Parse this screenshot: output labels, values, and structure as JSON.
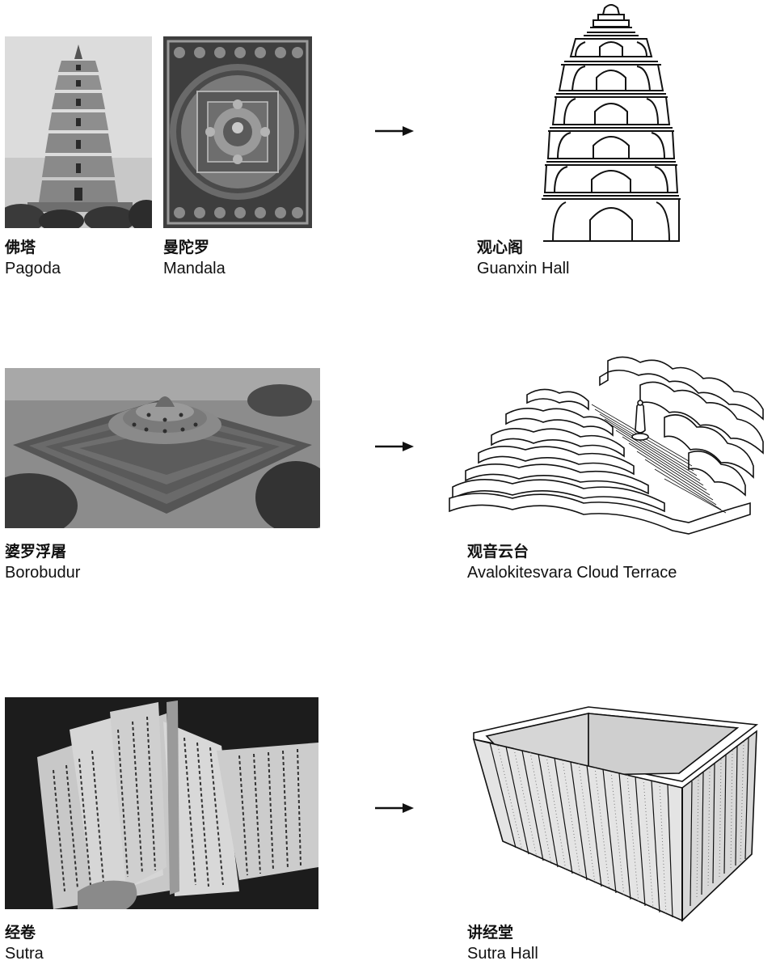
{
  "rows": [
    {
      "sources": [
        {
          "zh": "佛塔",
          "en": "Pagoda",
          "image": "pagoda-photo"
        },
        {
          "zh": "曼陀罗",
          "en": "Mandala",
          "image": "mandala-painting"
        }
      ],
      "target": {
        "zh": "观心阁",
        "en": "Guanxin Hall",
        "image": "guanxin-hall-drawing"
      }
    },
    {
      "sources": [
        {
          "zh": "婆罗浮屠",
          "en": "Borobudur",
          "image": "borobudur-aerial-photo"
        }
      ],
      "target": {
        "zh": "观音云台",
        "en": "Avalokitesvara Cloud Terrace",
        "image": "cloud-terrace-drawing"
      }
    },
    {
      "sources": [
        {
          "zh": "经卷",
          "en": "Sutra",
          "image": "sutra-book-photo"
        }
      ],
      "target": {
        "zh": "讲经堂",
        "en": "Sutra Hall",
        "image": "sutra-hall-drawing"
      }
    }
  ],
  "arrow_icon": "arrow-right-icon",
  "colors": {
    "ink": "#111111",
    "background": "#ffffff"
  }
}
